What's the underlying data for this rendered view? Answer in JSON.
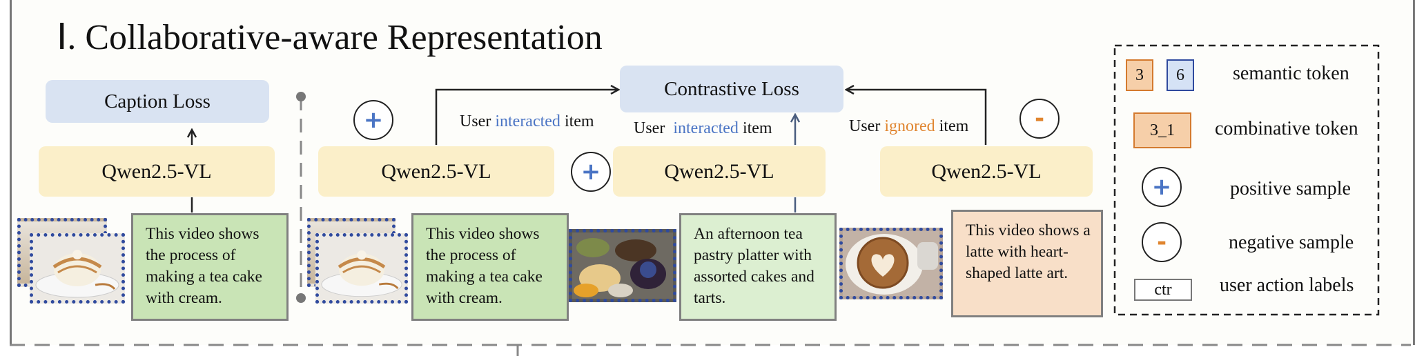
{
  "title": "Ⅰ. Collaborative-aware Representation",
  "caption_loss": "Caption Loss",
  "contrastive_loss": "Contrastive Loss",
  "qwen_label": "Qwen2.5-VL",
  "labels": {
    "user_interacted_left": {
      "prefix": "User ",
      "highlight": "interacted",
      "suffix": " item"
    },
    "user_interacted_center": {
      "prefix": "User  ",
      "highlight": "interacted",
      "suffix": " item"
    },
    "user_ignored": {
      "prefix": "User ",
      "highlight": "ignored",
      "suffix": " item"
    }
  },
  "texts": {
    "tea_cake_1": "This video shows the process of making a tea cake with cream.",
    "tea_cake_2": "This video shows the process of making a tea cake with cream.",
    "afternoon_tea": "An afternoon tea pastry platter with assorted cakes and tarts.",
    "latte": "This video shows a latte with heart-shaped latte art."
  },
  "symbols": {
    "plus": "+",
    "minus": "-"
  },
  "legend": {
    "semantic_token": {
      "tok_a": "3",
      "tok_b": "6",
      "label": "semantic token"
    },
    "combinative_token": {
      "tok": "3_1",
      "label": "combinative token"
    },
    "positive_sample": {
      "label": "positive sample"
    },
    "negative_sample": {
      "label": "negative sample"
    },
    "user_action_labels": {
      "tok": "ctr",
      "label": "user action labels"
    }
  },
  "colors": {
    "plus": "#4a74c4",
    "minus": "#e0852f",
    "token_orange_bg": "#f6cfa9",
    "token_orange_border": "#d47a2e",
    "token_blue_bg": "#d5e2f5",
    "token_blue_border": "#2f4a9e"
  }
}
